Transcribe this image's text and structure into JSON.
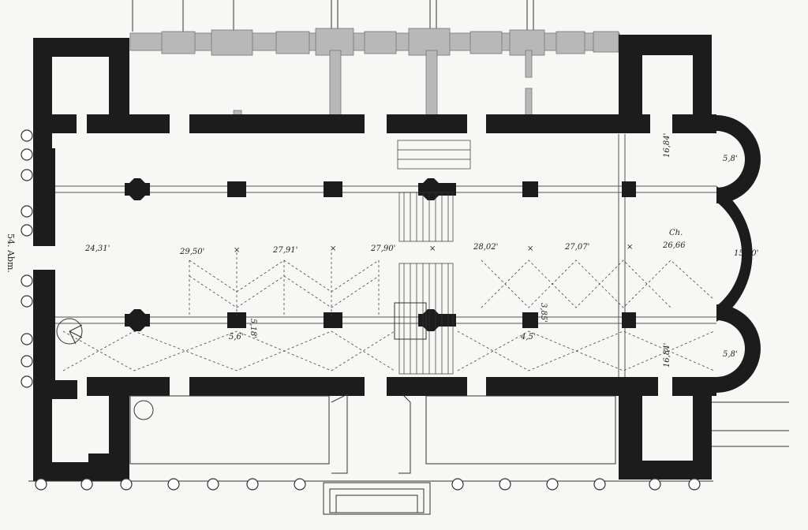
{
  "figure": {
    "caption": "54. Abm.",
    "span_labels": [
      "24,31'",
      "29,50'",
      "27,91'",
      "27,90'",
      "28,02'",
      "27,07'",
      "26,66",
      "15,50'"
    ],
    "cross_marks": [
      "×",
      "×",
      "×",
      "×",
      "×"
    ],
    "pier_labels": [
      "5,18'",
      "5,6'",
      "3,85'",
      "4,5'"
    ],
    "apse_labels": [
      "5,8'",
      "5,8'"
    ],
    "side_labels": [
      "16,84'",
      "16,84'"
    ],
    "choir_label": "Ch."
  }
}
